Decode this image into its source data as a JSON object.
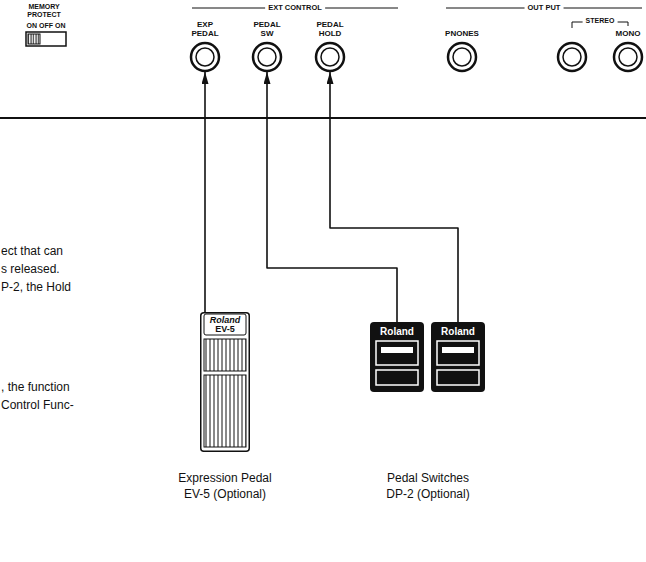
{
  "diagram": {
    "nodes": [
      {
        "text": [
          "EXP PEDAL"
        ]
      },
      {
        "text": [
          "PEDAL SW"
        ]
      },
      {
        "text": [
          "PEDAL HOLD"
        ]
      },
      {
        "text": [
          "PNONES"
        ]
      },
      {
        "text": [
          "MONO"
        ]
      },
      {
        "text": [
          "Roland",
          "EV-5",
          "Expression Pedal EV-5 (Optional)"
        ]
      },
      {
        "text": [
          "Roland"
        ]
      },
      {
        "text": [
          "Roland"
        ]
      }
    ],
    "edges": [
      {
        "from": 5,
        "to": 0,
        "arrow": "to"
      },
      {
        "from": 6,
        "to": 1,
        "arrow": "to"
      },
      {
        "from": 7,
        "to": 2,
        "arrow": "to"
      }
    ],
    "labels": [
      "MEMORY PROTECT",
      "ON OFF ON",
      "EXT CONTROL",
      "OUT PUT",
      "STEREO",
      "ect that can",
      "s released.",
      "P-2, the Hold",
      ", the function",
      "Control Func-",
      "Pedal Switches DP-2 (Optional)"
    ]
  }
}
